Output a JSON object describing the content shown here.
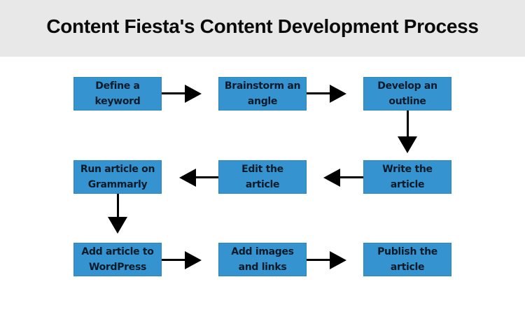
{
  "header": {
    "title": "Content Fiesta's Content Development Process",
    "background": "#e8e8e8"
  },
  "colors": {
    "box_fill": "#3594d0",
    "box_text": "#0d1b2a",
    "arrow": "#000000"
  },
  "steps": [
    {
      "id": 1,
      "label": "Define a\nkeyword"
    },
    {
      "id": 2,
      "label": "Brainstorm an\nangle"
    },
    {
      "id": 3,
      "label": "Develop an\noutline"
    },
    {
      "id": 4,
      "label": "Write the\narticle"
    },
    {
      "id": 5,
      "label": "Edit the\narticle"
    },
    {
      "id": 6,
      "label": "Run article on\nGrammarly"
    },
    {
      "id": 7,
      "label": "Add article to\nWordPress"
    },
    {
      "id": 8,
      "label": "Add images\nand links"
    },
    {
      "id": 9,
      "label": "Publish the\narticle"
    }
  ],
  "connections": [
    {
      "from": 1,
      "to": 2,
      "direction": "right"
    },
    {
      "from": 2,
      "to": 3,
      "direction": "right"
    },
    {
      "from": 3,
      "to": 4,
      "direction": "down"
    },
    {
      "from": 4,
      "to": 5,
      "direction": "left"
    },
    {
      "from": 5,
      "to": 6,
      "direction": "left"
    },
    {
      "from": 6,
      "to": 7,
      "direction": "down"
    },
    {
      "from": 7,
      "to": 8,
      "direction": "right"
    },
    {
      "from": 8,
      "to": 9,
      "direction": "right"
    }
  ]
}
